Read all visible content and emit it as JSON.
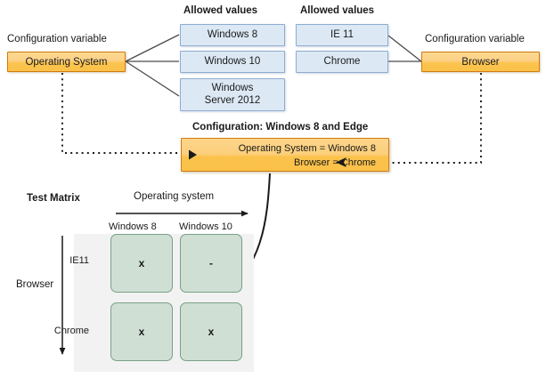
{
  "diagram": {
    "title_hidden": "",
    "colors": {
      "variable_fill": "#fbc44f",
      "variable_border": "#d07a10",
      "value_fill": "#dce9f5",
      "value_border": "#8eaccf",
      "cell_fill": "#cfdfd4",
      "cell_border": "#7aa088",
      "panel_bg": "#f2f2f2",
      "line": "#3c3c3c"
    }
  },
  "os_group": {
    "variable_caption": "Configuration variable",
    "variable_label": "Operating System",
    "allowed_values_caption": "Allowed values",
    "allowed_values": [
      "Windows 8",
      "Windows 10",
      "Windows\nServer 2012"
    ],
    "allowed_values_display": [
      "Windows 8",
      "Windows 10",
      "Windows Server 2012"
    ]
  },
  "browser_group": {
    "variable_caption": "Configuration variable",
    "variable_label": "Browser",
    "allowed_values_caption": "Allowed values",
    "allowed_values": [
      "IE 11",
      "Chrome"
    ]
  },
  "configuration": {
    "caption": "Configuration: Windows 8 and Edge",
    "line_os": "Operating System = Windows 8",
    "line_browser": "Browser = Chrome",
    "play_icon": "play-triangle-icon",
    "inbound_arrow_icon": "left-arrow-icon"
  },
  "test_matrix": {
    "title": "Test Matrix",
    "x_axis_label": "Operating system",
    "y_axis_label": "Browser",
    "columns": [
      "Windows 8",
      "Windows 10"
    ],
    "rows": [
      "IE11",
      "Chrome"
    ],
    "cells": [
      [
        "x",
        "-"
      ],
      [
        "x",
        "x"
      ]
    ]
  }
}
